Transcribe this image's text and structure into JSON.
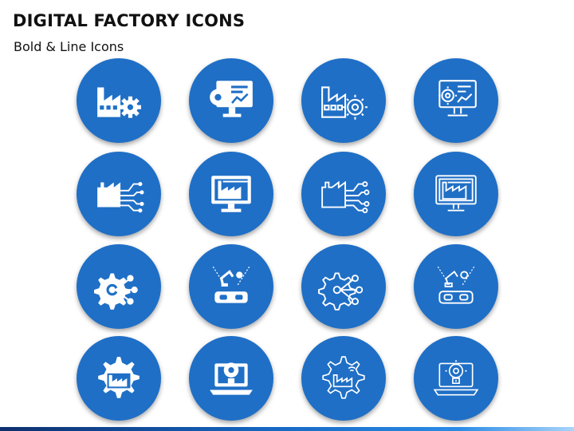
{
  "slide": {
    "title": "DIGITAL FACTORY ICONS",
    "subtitle": "Bold & Line Icons"
  },
  "colors": {
    "circle": "#1f6fc6",
    "icon": "#ffffff",
    "title": "#111111"
  },
  "icons": [
    {
      "name": "factory-gear-icon",
      "style": "bold"
    },
    {
      "name": "monitor-gear-chart-icon",
      "style": "bold"
    },
    {
      "name": "factory-gear-icon",
      "style": "line"
    },
    {
      "name": "monitor-gear-chart-icon",
      "style": "line"
    },
    {
      "name": "factory-circuit-icon",
      "style": "bold"
    },
    {
      "name": "monitor-factory-icon",
      "style": "bold"
    },
    {
      "name": "factory-circuit-icon",
      "style": "line"
    },
    {
      "name": "monitor-factory-icon",
      "style": "line"
    },
    {
      "name": "gear-network-icon",
      "style": "bold"
    },
    {
      "name": "robot-arm-vr-icon",
      "style": "bold"
    },
    {
      "name": "gear-network-icon",
      "style": "line"
    },
    {
      "name": "robot-arm-vr-icon",
      "style": "line"
    },
    {
      "name": "gear-factory-wifi-icon",
      "style": "bold"
    },
    {
      "name": "laptop-bulb-gear-icon",
      "style": "bold"
    },
    {
      "name": "gear-factory-wifi-icon",
      "style": "line"
    },
    {
      "name": "laptop-bulb-gear-icon",
      "style": "line"
    }
  ]
}
